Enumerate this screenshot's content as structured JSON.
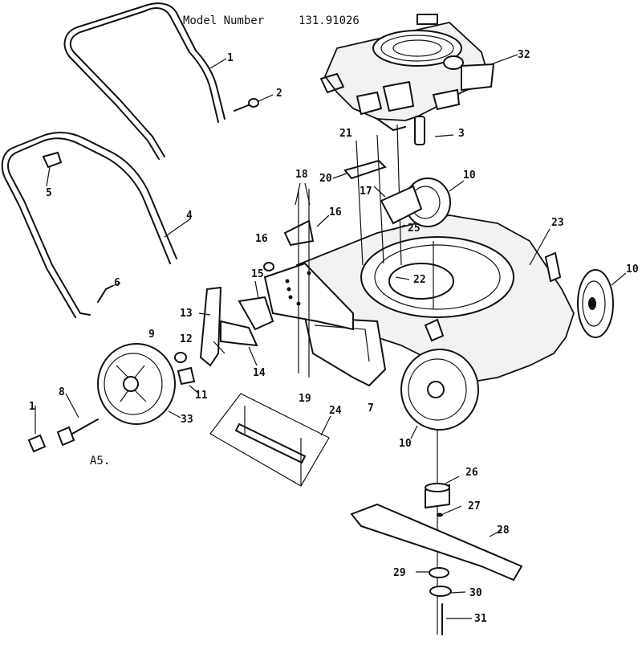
{
  "header": {
    "model_label": "Model Number",
    "model_number": "131.91026"
  },
  "footer_code": "A5.",
  "callouts": [
    {
      "id": "c1",
      "text": "1"
    },
    {
      "id": "c2",
      "text": "2"
    },
    {
      "id": "c3",
      "text": "3"
    },
    {
      "id": "c4",
      "text": "4"
    },
    {
      "id": "c5",
      "text": "5"
    },
    {
      "id": "c6",
      "text": "6"
    },
    {
      "id": "c7",
      "text": "7"
    },
    {
      "id": "c8",
      "text": "8"
    },
    {
      "id": "c9",
      "text": "9"
    },
    {
      "id": "c10a",
      "text": "10"
    },
    {
      "id": "c10b",
      "text": "10"
    },
    {
      "id": "c10c",
      "text": "10"
    },
    {
      "id": "c11",
      "text": "11"
    },
    {
      "id": "c12",
      "text": "12"
    },
    {
      "id": "c13",
      "text": "13"
    },
    {
      "id": "c14",
      "text": "14"
    },
    {
      "id": "c15",
      "text": "15"
    },
    {
      "id": "c16",
      "text": "16"
    },
    {
      "id": "c17",
      "text": "17"
    },
    {
      "id": "c18",
      "text": "18"
    },
    {
      "id": "c19",
      "text": "19"
    },
    {
      "id": "c20",
      "text": "20"
    },
    {
      "id": "c21",
      "text": "21"
    },
    {
      "id": "c22",
      "text": "22"
    },
    {
      "id": "c23",
      "text": "23"
    },
    {
      "id": "c24",
      "text": "24"
    },
    {
      "id": "c25",
      "text": "25"
    },
    {
      "id": "c26",
      "text": "26"
    },
    {
      "id": "c27",
      "text": "27"
    },
    {
      "id": "c28",
      "text": "28"
    },
    {
      "id": "c29",
      "text": "29"
    },
    {
      "id": "c30",
      "text": "30"
    },
    {
      "id": "c31",
      "text": "31"
    },
    {
      "id": "c32",
      "text": "32"
    },
    {
      "id": "c33",
      "text": "33"
    },
    {
      "id": "c16b",
      "text": "16"
    }
  ]
}
